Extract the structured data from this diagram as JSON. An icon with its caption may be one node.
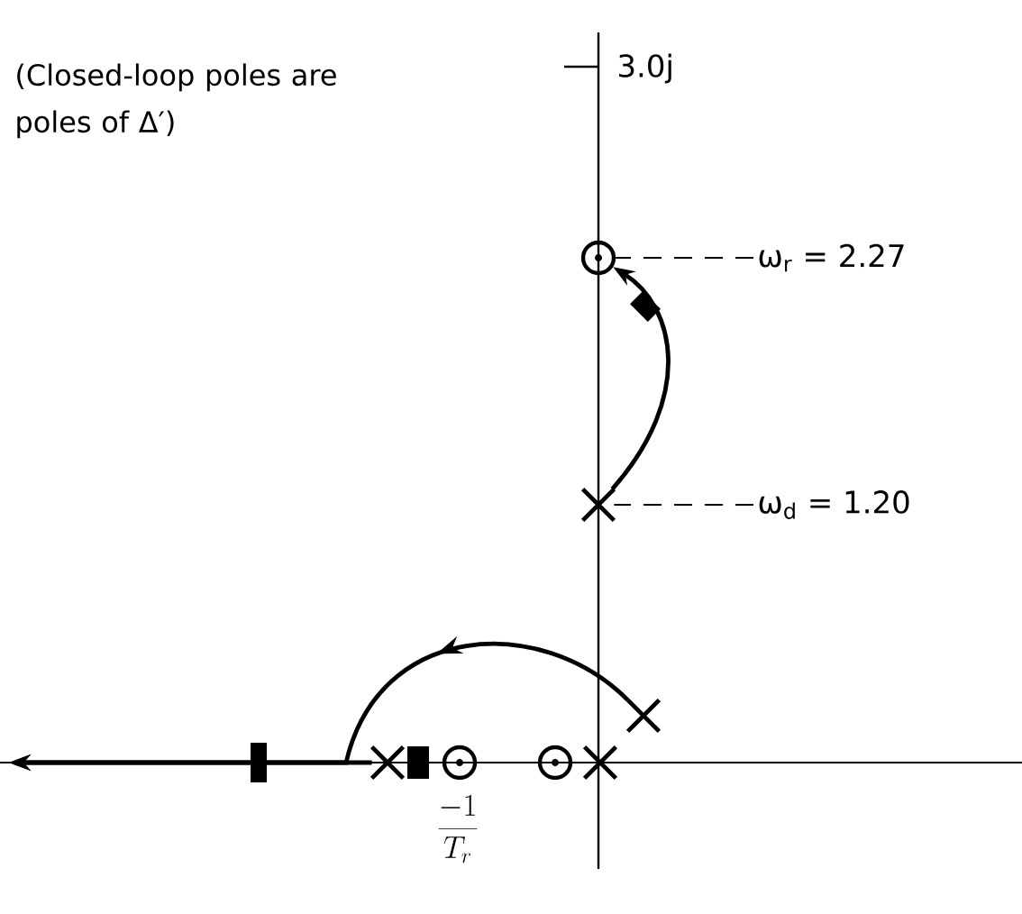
{
  "diagram": {
    "nodes": [
      {
        "text": [],
        "shape": "cross"
      },
      {
        "text": [],
        "shape": "circle"
      },
      {
        "text": [],
        "shape": "cross"
      },
      {
        "text": [],
        "shape": "cross"
      },
      {
        "text": [],
        "shape": "circle"
      },
      {
        "text": [],
        "shape": "circle"
      },
      {
        "text": [],
        "shape": "cross"
      },
      {
        "text": [
          "ω$_{r}$ = 2.27"
        ]
      },
      {
        "text": [
          "ω$_{d}$ = 1.20"
        ]
      }
    ],
    "edges": [
      {
        "from": 0,
        "to": 1,
        "arrow": "to"
      },
      {
        "from": 2,
        "to": null,
        "arrow": "to"
      },
      {
        "from": 3,
        "to": null,
        "arrow": "to"
      },
      {
        "from": 7,
        "to": 1,
        "arrow": "none",
        "style": "dashed"
      },
      {
        "from": 8,
        "to": 0,
        "arrow": "none",
        "style": "dashed"
      }
    ],
    "labels": [
      "(Closed-loop poles are poles of Δ′)",
      "3.0j",
      "\\frac{-1}{T_{r}}"
    ]
  }
}
